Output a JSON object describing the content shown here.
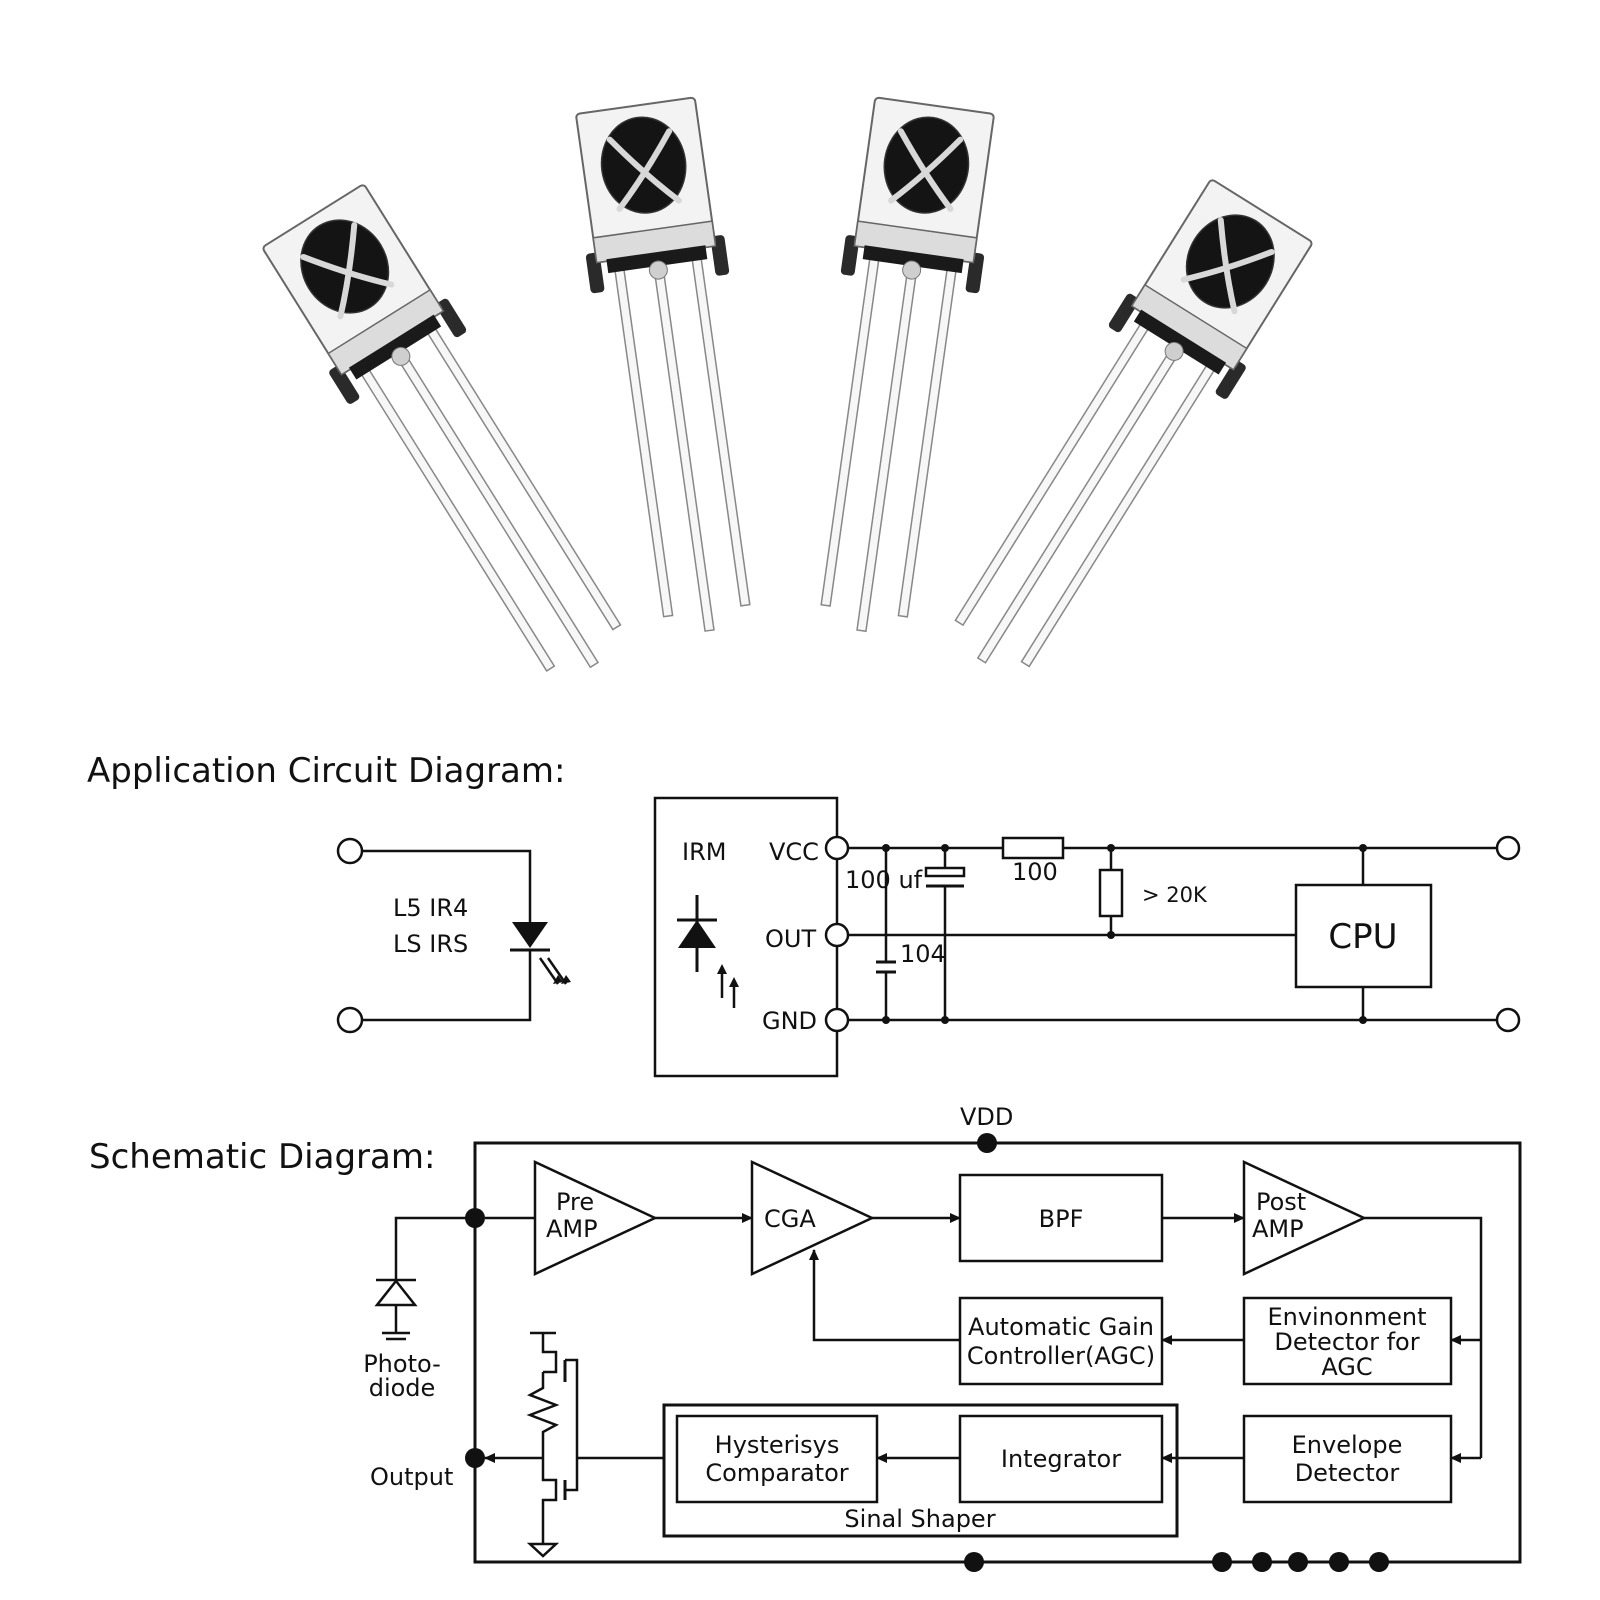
{
  "headings": {
    "application": "Application Circuit Diagram:",
    "schematic": "Schematic Diagram:"
  },
  "symbol_labels": {
    "line1": "L5 IR4",
    "line2": "LS IRS"
  },
  "application_circuit": {
    "module": "IRM",
    "pins": {
      "vcc": "VCC",
      "out": "OUT",
      "gnd": "GND"
    },
    "capacitor_large": "100 uf",
    "resistor_series": "100",
    "resistor_pullup": "> 20K",
    "capacitor_small": "104",
    "cpu": "CPU"
  },
  "schematic": {
    "vdd": "VDD",
    "pre_amp": [
      "Pre",
      "AMP"
    ],
    "cga": "CGA",
    "bpf": "BPF",
    "post_amp": [
      "Post",
      "AMP"
    ],
    "agc": [
      "Automatic Gain",
      "Controller(AGC)"
    ],
    "env_detector_agc": [
      "Envinonment",
      "Detector for",
      "AGC"
    ],
    "envelope_detector": [
      "Envelope",
      "Detector"
    ],
    "integrator": "Integrator",
    "hysteresis": [
      "Hysterisys",
      "Comparator"
    ],
    "signal_shaper": "Sinal Shaper",
    "photodiode": [
      "Photo-",
      "diode"
    ],
    "output": "Output"
  },
  "photo": {
    "count": 4,
    "subject": "infrared receiver module"
  }
}
